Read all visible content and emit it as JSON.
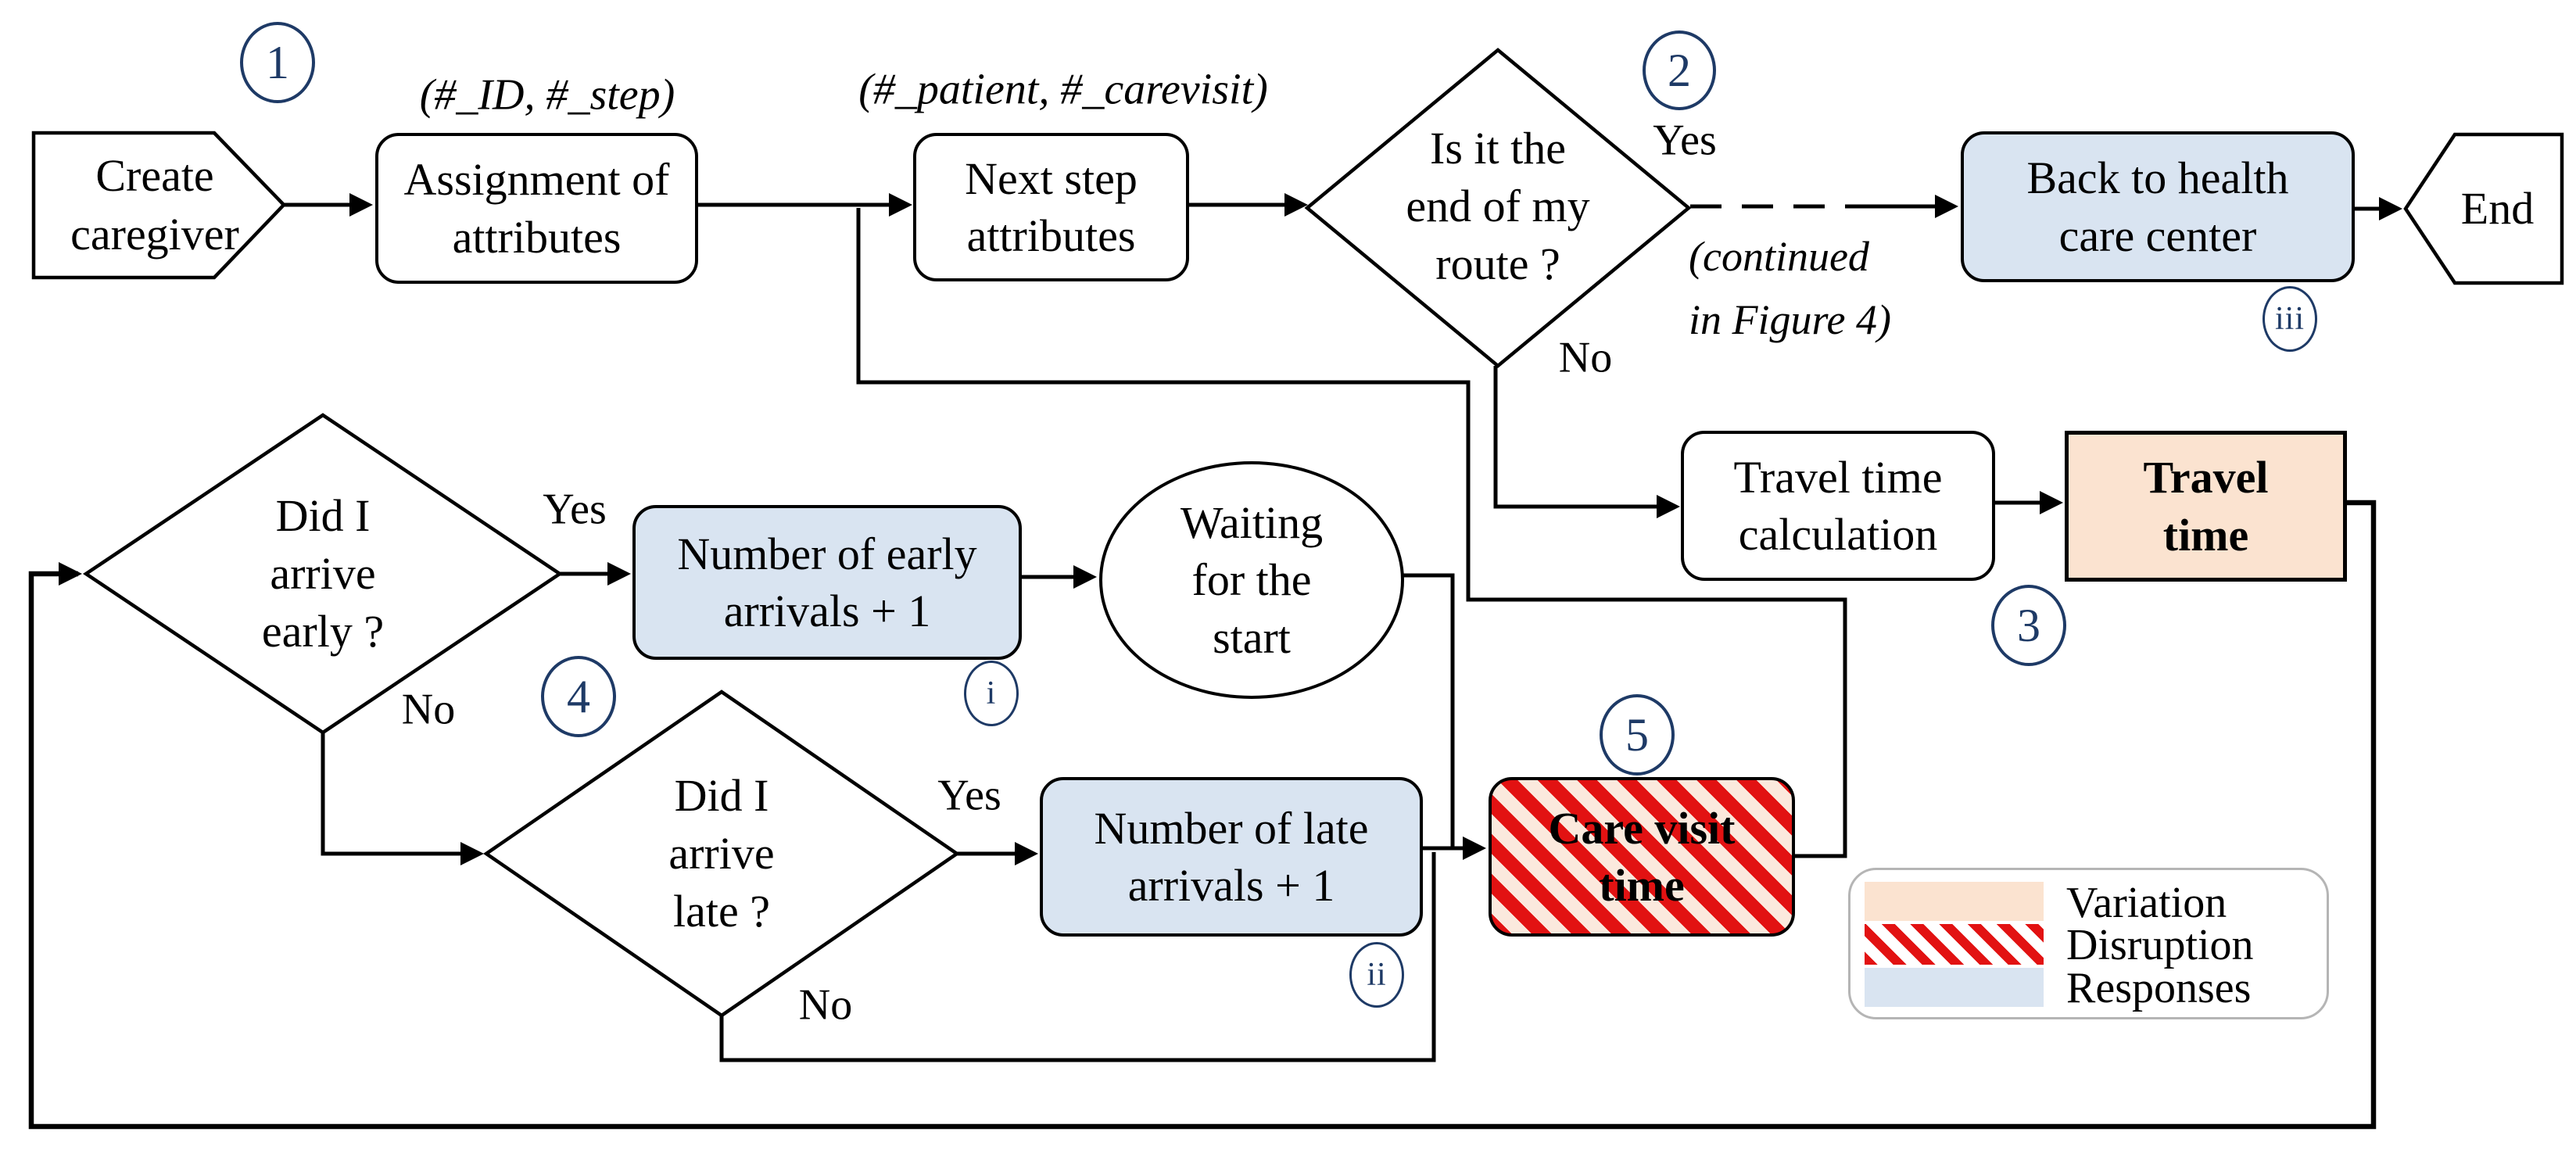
{
  "colors": {
    "response-fill": "#d9e4f1",
    "variation-fill": "#fbe3d0",
    "disruption-red": "#e21212",
    "badge-navy": "#1e3a66",
    "line": "#000000",
    "legend-border": "#b5b5b5",
    "text": "#000000"
  },
  "nodes": {
    "create": {
      "label": "Create caregiver"
    },
    "assignment": {
      "label": "Assignment of attributes",
      "annotation": "(#_ID, #_step)",
      "badge": "1"
    },
    "next_step": {
      "label": "Next step attributes",
      "annotation": "(#_patient, #_carevisit)"
    },
    "route_end": {
      "label": "Is it the end of my route ?",
      "badge": "2",
      "yes": "Yes",
      "no": "No",
      "note": "(continued in Figure 4)"
    },
    "back_center": {
      "label": "Back to health care center",
      "badge": "iii"
    },
    "end": {
      "label": "End"
    },
    "travel_calc": {
      "label": "Travel time calculation"
    },
    "travel_time": {
      "label": "Travel time",
      "badge": "3"
    },
    "arrive_early": {
      "label": "Did I arrive early ?",
      "badge": "4",
      "yes": "Yes",
      "no": "No"
    },
    "early_count": {
      "label": "Number of early arrivals + 1",
      "badge": "i"
    },
    "waiting": {
      "label": "Waiting for the start"
    },
    "arrive_late": {
      "label": "Did I arrive late ?",
      "yes": "Yes",
      "no": "No"
    },
    "late_count": {
      "label": "Number of late arrivals + 1",
      "badge": "ii"
    },
    "care_visit": {
      "label": "Care visit time",
      "badge": "5"
    }
  },
  "legend": {
    "items": [
      {
        "label": "Variation",
        "type": "variation"
      },
      {
        "label": "Disruption",
        "type": "disruption"
      },
      {
        "label": "Responses",
        "type": "responses"
      }
    ]
  }
}
